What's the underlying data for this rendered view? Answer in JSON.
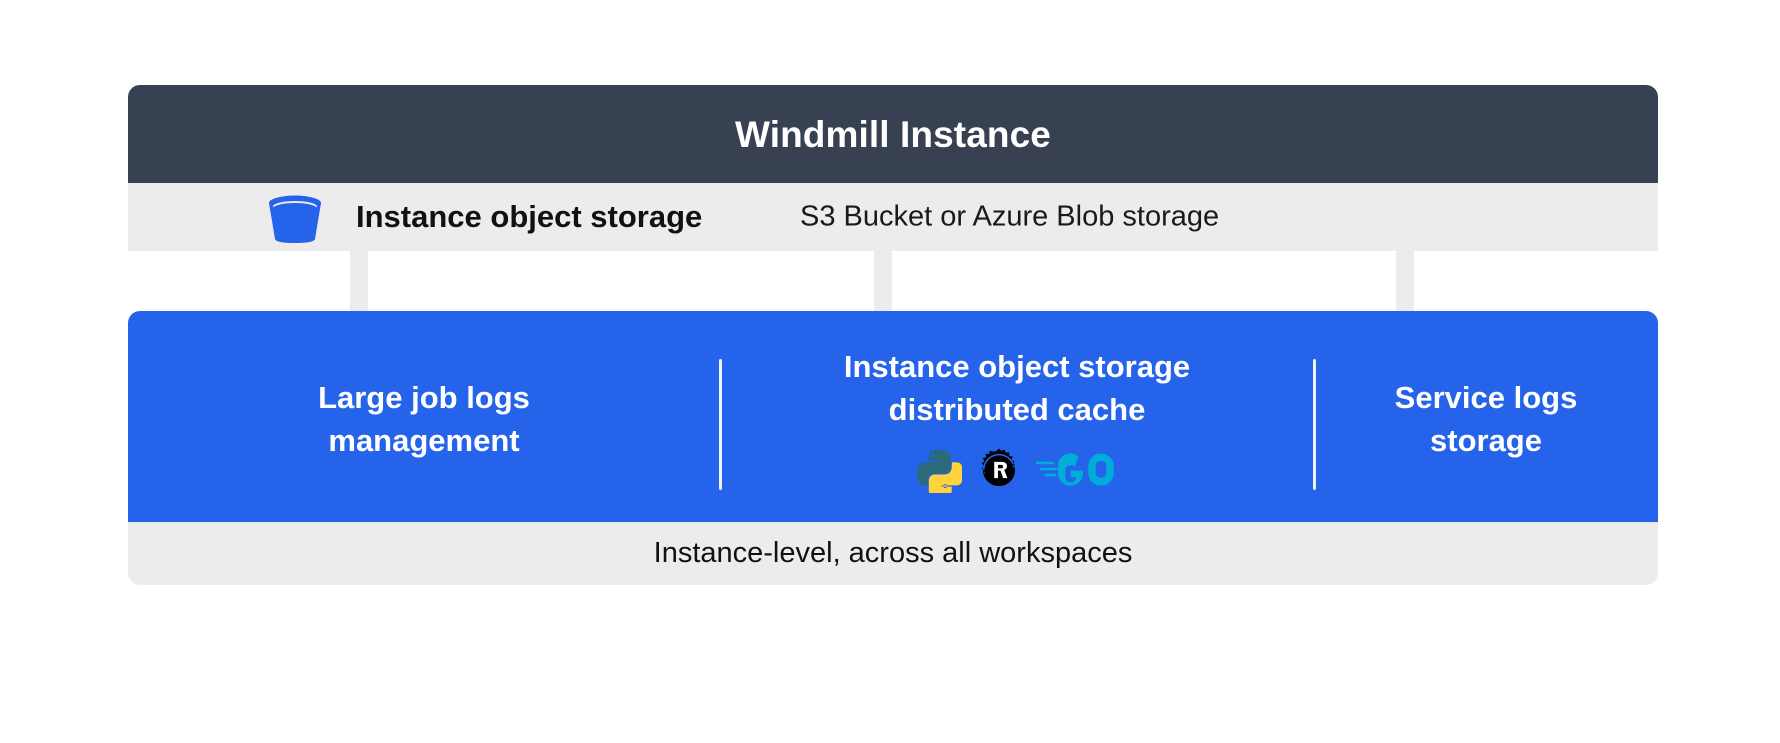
{
  "header": {
    "title": "Windmill Instance"
  },
  "storage_row": {
    "icon": "bucket-icon",
    "label": "Instance object storage",
    "sublabel": "S3 Bucket or Azure Blob storage"
  },
  "connectors": [
    {
      "name": "arrow-to-large-job-logs"
    },
    {
      "name": "arrow-to-distributed-cache"
    },
    {
      "name": "arrow-to-service-logs"
    }
  ],
  "features": [
    {
      "id": "large-job-logs-management",
      "title": "Large job logs\nmanagement",
      "logos": []
    },
    {
      "id": "instance-object-storage-distributed-cache",
      "title": "Instance object storage\ndistributed cache",
      "logos": [
        "python-logo",
        "rust-logo",
        "go-logo"
      ]
    },
    {
      "id": "service-logs-storage",
      "title": "Service logs\nstorage",
      "logos": []
    }
  ],
  "footer": {
    "text": "Instance-level, across all workspaces"
  },
  "colors": {
    "header_bg": "#374151",
    "row_bg": "#EDECEC",
    "panel_bg": "#2563EB",
    "bucket_blue": "#2563EB",
    "arrow_grey": "#EDECEC",
    "divider": "#EEF2FB",
    "python_dark": "#2A6A79",
    "python_yellow": "#FFD43B",
    "rust_black": "#000000",
    "go_cyan": "#00ADD8"
  }
}
